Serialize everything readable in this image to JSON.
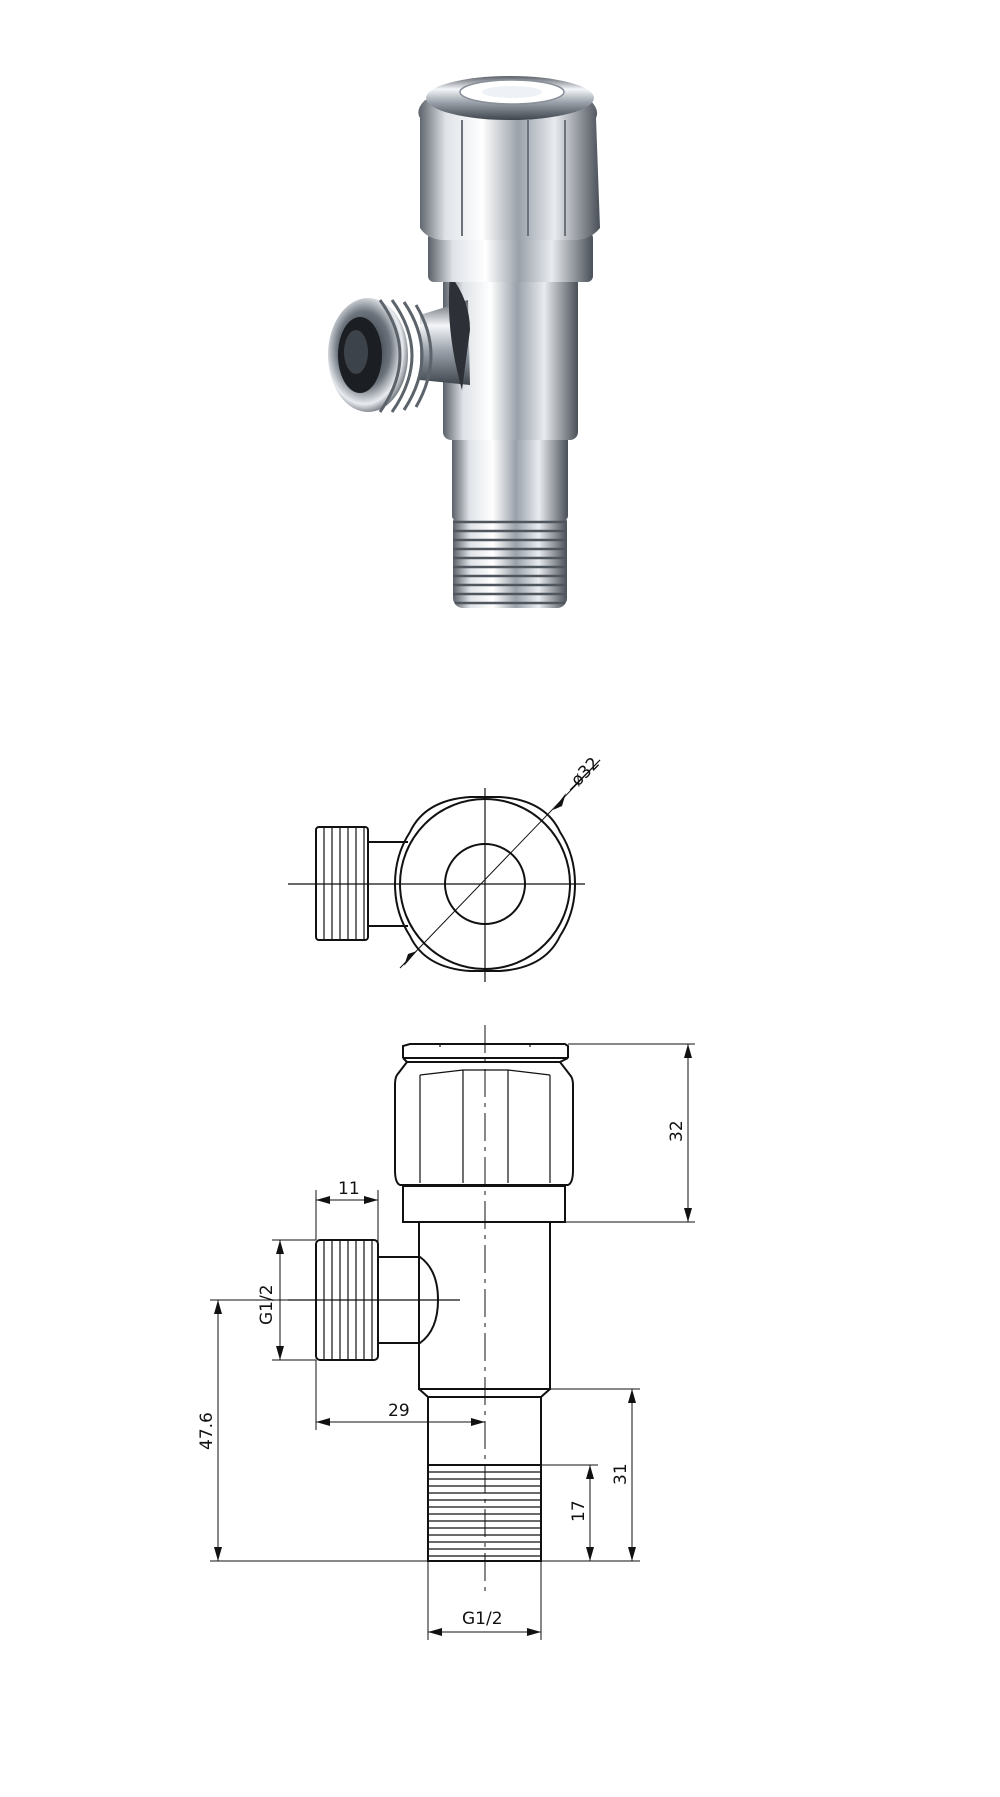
{
  "colors": {
    "line": "#111111",
    "chrome_light": "#f2f4f7",
    "chrome_mid": "#aeb4bc",
    "chrome_dark": "#3a3f46"
  },
  "dimensions": {
    "top_view_diameter": "ø32",
    "head_height": "32",
    "inlet_length": "11",
    "inlet_thread": "G1/2",
    "outlet_offset": "29",
    "total_height": "47.6",
    "outlet_thread_length": "17",
    "outlet_length": "31",
    "outlet_thread": "G1/2"
  }
}
